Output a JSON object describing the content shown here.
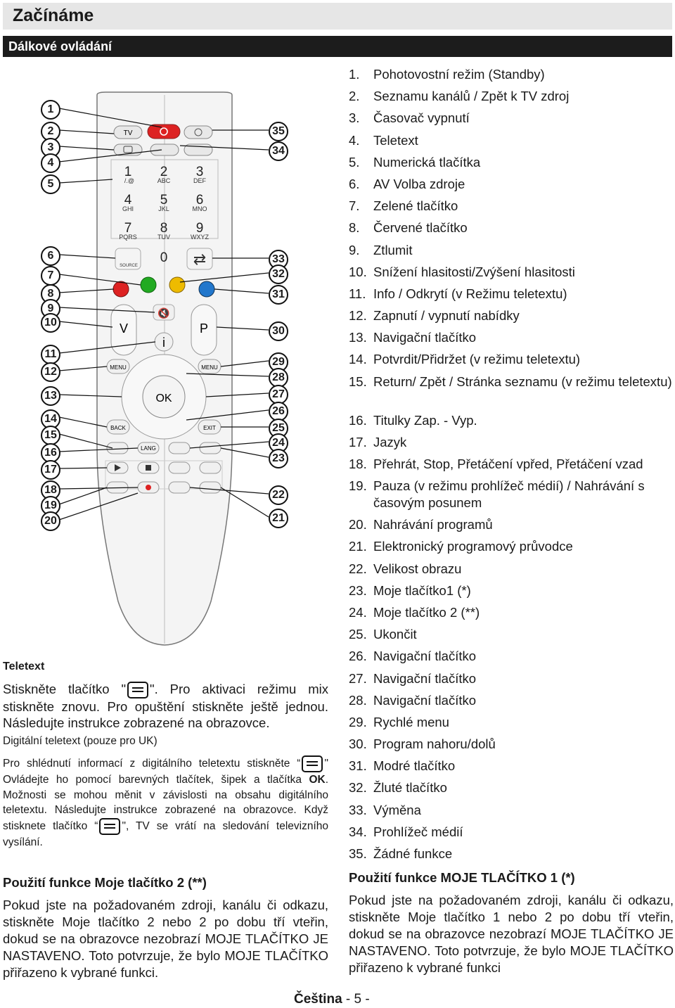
{
  "header": {
    "title": "Začínáme",
    "section": "Dálkové ovládání"
  },
  "remote": {
    "keys": {
      "tv": "TV",
      "n1": "1",
      "n1sub": "/.@",
      "n2": "2",
      "n2sub": "ABC",
      "n3": "3",
      "n3sub": "DEF",
      "n4": "4",
      "n4sub": "GHI",
      "n5": "5",
      "n5sub": "JKL",
      "n6": "6",
      "n6sub": "MNO",
      "n7": "7",
      "n7sub": "PQRS",
      "n8": "8",
      "n8sub": "TUV",
      "n9": "9",
      "n9sub": "WXYZ",
      "n0": "0",
      "source": "SOURCE",
      "v": "V",
      "p": "P",
      "info": "i",
      "menu": "MENU",
      "qmenu": "MENU",
      "ok": "OK",
      "back": "BACK",
      "exit": "EXIT",
      "lang": "LANG"
    },
    "left_numbers": [
      "1",
      "2",
      "3",
      "4",
      "5",
      "6",
      "7",
      "8",
      "9",
      "10",
      "11",
      "12",
      "13",
      "14",
      "15",
      "16",
      "17",
      "18",
      "19",
      "20"
    ],
    "right_numbers": [
      "35",
      "34",
      "33",
      "32",
      "31",
      "30",
      "29",
      "28",
      "27",
      "26",
      "25",
      "24",
      "23",
      "22",
      "21"
    ]
  },
  "functions": [
    {
      "n": "1.",
      "t": "Pohotovostní režim (Standby)"
    },
    {
      "n": "2.",
      "t": "Seznamu kanálů / Zpět k TV zdroj"
    },
    {
      "n": "3.",
      "t": "Časovač vypnutí"
    },
    {
      "n": "4.",
      "t": "Teletext"
    },
    {
      "n": "5.",
      "t": "Numerická tlačítka"
    },
    {
      "n": "6.",
      "t": "AV Volba zdroje"
    },
    {
      "n": "7.",
      "t": "Zelené tlačítko"
    },
    {
      "n": "8.",
      "t": "Červené tlačítko"
    },
    {
      "n": "9.",
      "t": "Ztlumit"
    },
    {
      "n": "10.",
      "t": "Snížení hlasitosti/Zvýšení hlasitosti"
    },
    {
      "n": "11.",
      "t": "Info / Odkrytí (v Režimu teletextu)"
    },
    {
      "n": "12.",
      "t": "Zapnutí / vypnutí nabídky"
    },
    {
      "n": "13.",
      "t": "Navigační tlačítko"
    },
    {
      "n": "14.",
      "t": "Potvrdit/Přidržet (v režimu teletextu)"
    },
    {
      "n": "15.",
      "t": "Return/ Zpět / Stránka seznamu (v režimu teletextu)"
    },
    {
      "n": "16.",
      "t": "Titulky Zap. - Vyp."
    },
    {
      "n": "17.",
      "t": "Jazyk"
    },
    {
      "n": "18.",
      "t": "Přehrát, Stop, Přetáčení vpřed, Přetáčení vzad"
    },
    {
      "n": "19.",
      "t": "Pauza (v režimu prohlížeč médií) / Nahrávání s časovým posunem"
    },
    {
      "n": "20.",
      "t": "Nahrávání programů"
    },
    {
      "n": "21.",
      "t": "Elektronický programový průvodce"
    },
    {
      "n": "22.",
      "t": "Velikost obrazu"
    },
    {
      "n": "23.",
      "t": "Moje tlačítko1 (*)"
    },
    {
      "n": "24.",
      "t": "Moje tlačítko 2 (**)"
    },
    {
      "n": "25.",
      "t": "Ukončit"
    },
    {
      "n": "26.",
      "t": "Navigační tlačítko"
    },
    {
      "n": "27.",
      "t": "Navigační tlačítko"
    },
    {
      "n": "28.",
      "t": "Navigační tlačítko"
    },
    {
      "n": "29.",
      "t": "Rychlé menu"
    },
    {
      "n": "30.",
      "t": "Program nahoru/dolů"
    },
    {
      "n": "31.",
      "t": "Modré tlačítko"
    },
    {
      "n": "32.",
      "t": "Žluté tlačítko"
    },
    {
      "n": "33.",
      "t": "Výměna"
    },
    {
      "n": "34.",
      "t": "Prohlížeč médií"
    },
    {
      "n": "35.",
      "t": "Žádné funkce"
    }
  ],
  "my_button_1": {
    "heading": "Použití funkce MOJE TLAČÍTKO 1 (*)",
    "text": "Pokud jste na požadovaném zdroji, kanálu či odkazu, stiskněte Moje tlačítko 1 nebo 2 po dobu tří vteřin, dokud se na obrazovce nezobrazí MOJE TLAČÍTKO JE NASTAVENO. Toto potvrzuje, že bylo MOJE TLAČÍTKO přiřazeno k vybrané funkci"
  },
  "teletext": {
    "heading": "Teletext",
    "p1_a": "Stiskněte tlačítko \"",
    "p1_b": "\". Pro aktivaci režimu mix stiskněte znovu. Pro opuštění stiskněte ještě jednou. Následujte instrukce zobrazené na obrazovce.",
    "digital_heading": "Digitální teletext (pouze pro UK)",
    "p2_a": "Pro shlédnutí informací z digitálního teletextu stiskněte “",
    "p2_b": "\" Ovládejte ho  pomocí barevných tlačítek, šipek a tlačítka ",
    "p2_ok": "OK",
    "p2_c": ". Možnosti se mohou měnit v závislosti na obsahu digitálního teletextu. Následujte instrukce zobrazené na obrazovce. Když stisknete tlačítko “",
    "p2_d": "\", TV se vrátí na sledování televizního vysílání."
  },
  "my_button_2": {
    "heading": "Použití funkce Moje tlačítko 2 (**)",
    "text": "Pokud jste na požadovaném zdroji, kanálu či odkazu, stiskněte Moje tlačítko 2 nebo 2 po dobu tří vteřin, dokud se na obrazovce nezobrazí MOJE TLAČÍTKO JE NASTAVENO. Toto potvrzuje, že bylo MOJE TLAČÍTKO přiřazeno k vybrané funkci."
  },
  "footer": {
    "language": "Čeština",
    "page": "- 5 -"
  }
}
